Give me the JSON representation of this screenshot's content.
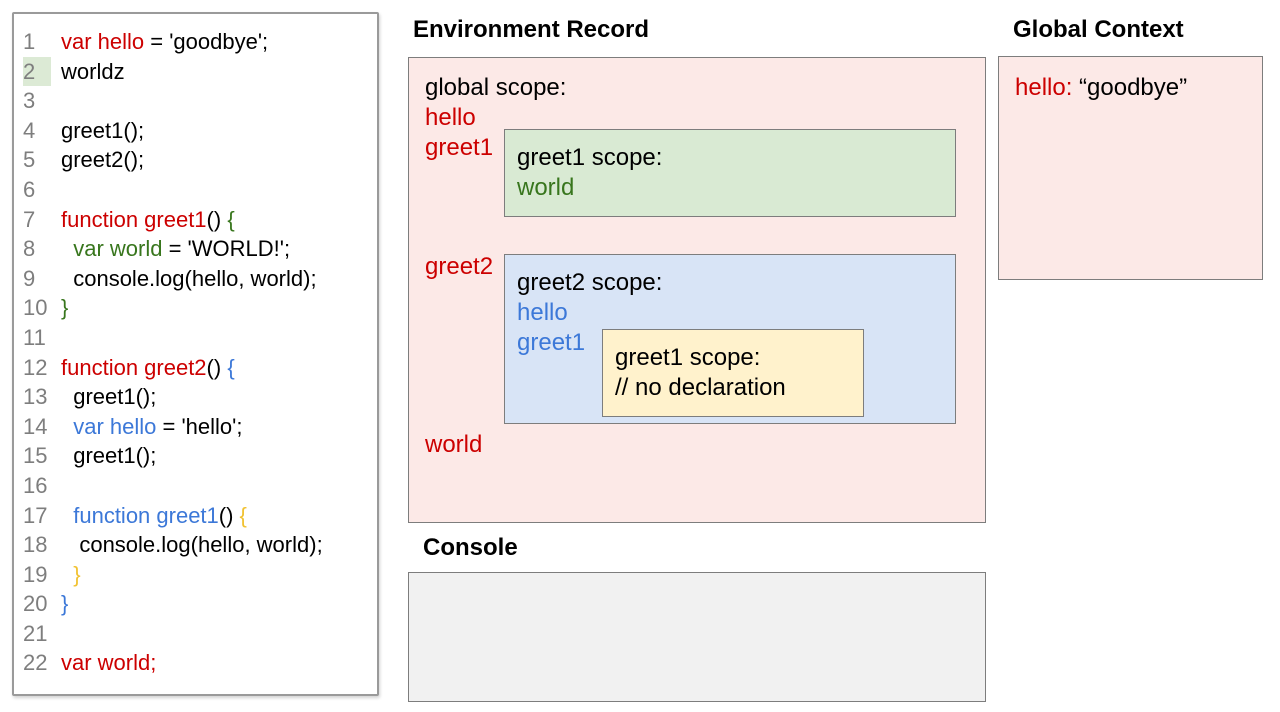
{
  "colors": {
    "red": "#cc0000",
    "green": "#38761d",
    "blue": "#3c78d8",
    "yellow": "#f1c232",
    "gray_number": "#7e7e7e",
    "pink_fill": "#fce9e7",
    "green_fill": "#d9ead3",
    "blue_fill": "#d8e4f6",
    "yellow_fill": "#fff2cc",
    "console_fill": "#f1f1f1",
    "line_highlight": "#dcead5",
    "border_gray": "#7d7d7d"
  },
  "code": {
    "lines": [
      {
        "num": "1",
        "segments": [
          {
            "t": "var hello",
            "c": "red"
          },
          {
            "t": " = 'goodbye';"
          }
        ]
      },
      {
        "num": "2",
        "highlight": true,
        "segments": [
          {
            "t": "worldz"
          }
        ]
      },
      {
        "num": "3",
        "segments": []
      },
      {
        "num": "4",
        "segments": [
          {
            "t": "greet1();"
          }
        ]
      },
      {
        "num": "5",
        "segments": [
          {
            "t": "greet2();"
          }
        ]
      },
      {
        "num": "6",
        "segments": []
      },
      {
        "num": "7",
        "segments": [
          {
            "t": "function greet1",
            "c": "red"
          },
          {
            "t": "() "
          },
          {
            "t": "{",
            "c": "green"
          }
        ]
      },
      {
        "num": "8",
        "segments": [
          {
            "t": "  "
          },
          {
            "t": "var world",
            "c": "green"
          },
          {
            "t": " = 'WORLD!';"
          }
        ]
      },
      {
        "num": "9",
        "segments": [
          {
            "t": "  console.log(hello, world);"
          }
        ]
      },
      {
        "num": "10",
        "segments": [
          {
            "t": "}",
            "c": "green"
          }
        ]
      },
      {
        "num": "11",
        "segments": []
      },
      {
        "num": "12",
        "segments": [
          {
            "t": "function greet2",
            "c": "red"
          },
          {
            "t": "() "
          },
          {
            "t": "{",
            "c": "blue"
          }
        ]
      },
      {
        "num": "13",
        "segments": [
          {
            "t": "  greet1();"
          }
        ]
      },
      {
        "num": "14",
        "segments": [
          {
            "t": "  "
          },
          {
            "t": "var hello",
            "c": "blue"
          },
          {
            "t": " = 'hello';"
          }
        ]
      },
      {
        "num": "15",
        "segments": [
          {
            "t": "  greet1();"
          }
        ]
      },
      {
        "num": "16",
        "segments": []
      },
      {
        "num": "17",
        "segments": [
          {
            "t": "  "
          },
          {
            "t": "function greet1",
            "c": "blue"
          },
          {
            "t": "() "
          },
          {
            "t": "{",
            "c": "yellow"
          }
        ]
      },
      {
        "num": "18",
        "segments": [
          {
            "t": "   console.log(hello, world);"
          }
        ]
      },
      {
        "num": "19",
        "segments": [
          {
            "t": "  "
          },
          {
            "t": "}",
            "c": "yellow"
          }
        ]
      },
      {
        "num": "20",
        "segments": [
          {
            "t": "}",
            "c": "blue"
          }
        ]
      },
      {
        "num": "21",
        "segments": []
      },
      {
        "num": "22",
        "segments": [
          {
            "t": "var world;",
            "c": "red"
          }
        ]
      }
    ]
  },
  "env_record": {
    "title": "Environment Record",
    "global_scope_label": "global scope:",
    "var_hello": "hello",
    "var_greet1": "greet1",
    "var_greet2": "greet2",
    "var_world": "world",
    "greet1_scope": {
      "label": "greet1 scope:",
      "var_world": "world"
    },
    "greet2_scope": {
      "label": "greet2 scope:",
      "var_hello": "hello",
      "var_greet1": "greet1",
      "greet1_scope": {
        "label": "greet1 scope:",
        "comment": "// no declaration"
      }
    }
  },
  "global_context": {
    "title": "Global Context",
    "entry_name": "hello:",
    "entry_value": "“goodbye”"
  },
  "console_panel": {
    "title": "Console",
    "content": ""
  }
}
